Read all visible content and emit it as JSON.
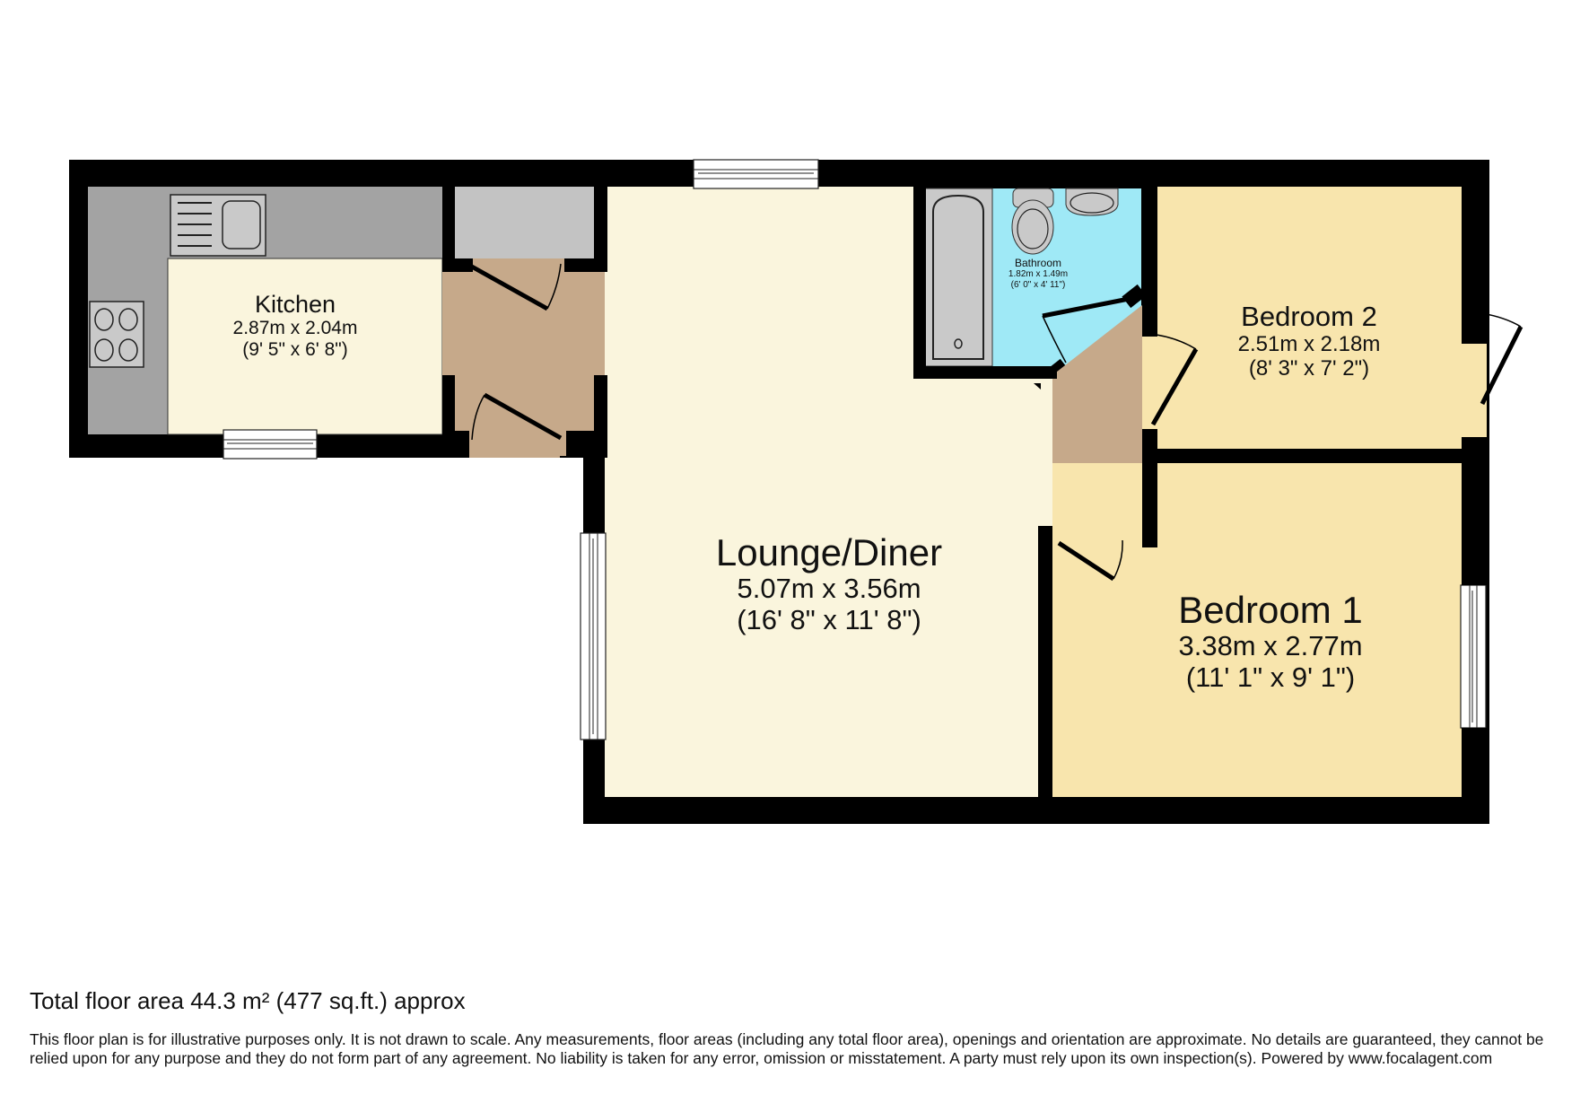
{
  "colors": {
    "wall": "#000000",
    "lounge": "#faf5dd",
    "kitchen": "#faf5dd",
    "bedroom": "#f8e5ad",
    "bathroom": "#9fe9f6",
    "hallway": "#c6a98a",
    "counter": "#a3a3a3",
    "cupboard": "#c3c3c3",
    "fixture": "#c9c9c9"
  },
  "rooms": {
    "lounge": {
      "name": "Lounge/Diner",
      "metric": "5.07m x 3.56m",
      "imperial": "(16' 8\" x 11' 8\")"
    },
    "kitchen": {
      "name": "Kitchen",
      "metric": "2.87m x 2.04m",
      "imperial": "(9' 5\" x 6' 8\")"
    },
    "bathroom": {
      "name": "Bathroom",
      "metric": "1.82m x 1.49m",
      "imperial": "(6' 0\" x 4' 11\")"
    },
    "bedroom2": {
      "name": "Bedroom 2",
      "metric": "2.51m x 2.18m",
      "imperial": "(8' 3\" x 7' 2\")"
    },
    "bedroom1": {
      "name": "Bedroom 1",
      "metric": "3.38m x 2.77m",
      "imperial": "(11' 1\" x 9' 1\")"
    }
  },
  "footer": {
    "total_area": "Total floor area 44.3 m² (477 sq.ft.) approx",
    "disclaimer": "This floor plan is for illustrative purposes only. It is not drawn to scale. Any measurements, floor areas (including any total floor area), openings and orientation are approximate. No details are guaranteed, they cannot be relied upon for any purpose and they do not form part of any agreement. No liability is taken for any error, omission or misstatement. A party must rely upon its own inspection(s). Powered by www.focalagent.com"
  }
}
